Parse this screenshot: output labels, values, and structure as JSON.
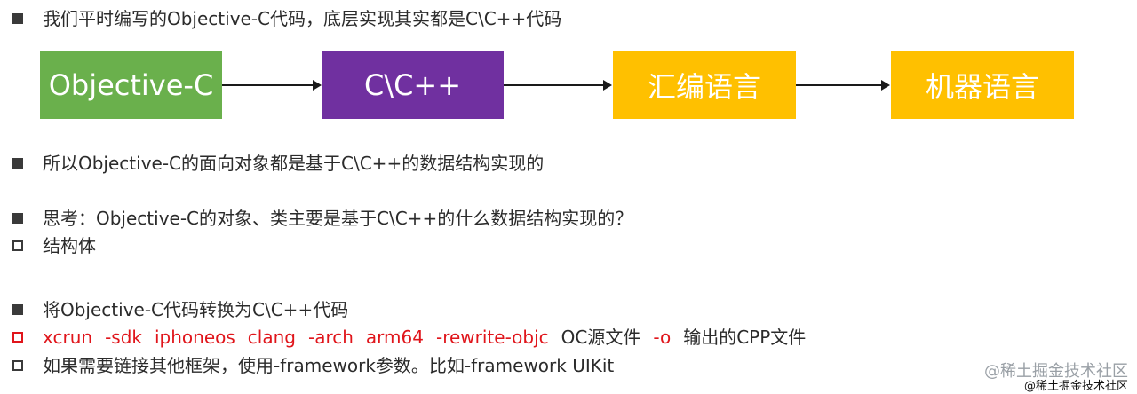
{
  "lines": {
    "l1": "我们平时编写的Objective-C代码，底层实现其实都是C\\C++代码",
    "l2": "所以Objective-C的面向对象都是基于C\\C++的数据结构实现的",
    "l3": "思考：Objective-C的对象、类主要是基于C\\C++的什么数据结构实现的？",
    "l4": "结构体",
    "l5": "将Objective-C代码转换为C\\C++代码",
    "l7": "如果需要链接其他框架，使用-framework参数。比如-framework UIKit"
  },
  "flow": {
    "step1": "Objective-C",
    "step2": "C\\C++",
    "step3": "汇编语言",
    "step4": "机器语言",
    "colors": {
      "step1": "#6ab04c",
      "step2": "#7030a0",
      "step3": "#ffc000",
      "step4": "#ffc000"
    }
  },
  "command": {
    "parts": [
      "xcrun",
      "-sdk",
      "iphoneos",
      "clang",
      "-arch",
      "arm64",
      "-rewrite-objc"
    ],
    "input_label": "OC源文件",
    "output_flag": "-o",
    "output_label": "输出的CPP文件",
    "color": "#e0151b"
  },
  "watermark": {
    "main": "@稀土掘金技术社区",
    "overlay": "@稀土掘金技术社区"
  }
}
